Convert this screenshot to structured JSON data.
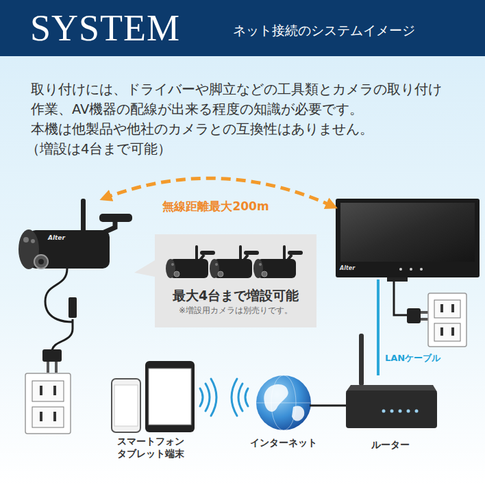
{
  "diagram": {
    "title": "SYSTEM",
    "nodes": [
      {
        "text": [
          "Alter"
        ]
      },
      {
        "text": [
          "Alter"
        ]
      },
      {
        "text": [
          "最大4台まで増設可能",
          "※増設用カメラは別売りです。"
        ]
      },
      {
        "text": [
          "スマートフォン タブレット端末"
        ]
      },
      {
        "text": [
          "インターネット"
        ]
      },
      {
        "text": [
          "ルーター"
        ]
      }
    ],
    "edges": [
      {
        "from": 0,
        "to": 1,
        "arrow": "both",
        "label": "無線距離最大200m"
      },
      {
        "from": 1,
        "to": 5,
        "arrow": "none",
        "label": "LANケーブル"
      },
      {
        "from": 5,
        "to": 4,
        "arrow": "none"
      }
    ],
    "labels": [
      "ネット接続のシステムイメージ",
      "取り付けには、ドライバーや脚立などの工具類とカメラの取り付け作業、AV機器の配線が出来る程度の知識が必要です。",
      "本機は他製品や他社のカメラとの互換性はありません。",
      "（増設は4台まで可能）"
    ]
  }
}
